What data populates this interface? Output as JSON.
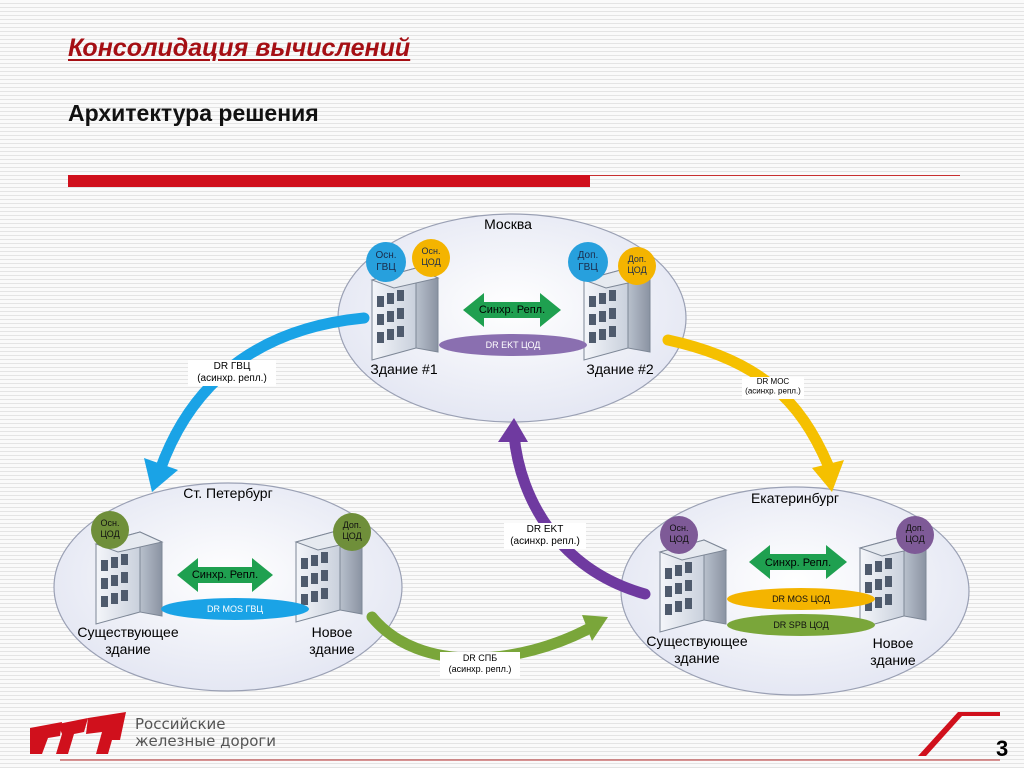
{
  "title": "Консолидация вычислений",
  "subtitle": "Архитектура решения",
  "page_number": "3",
  "logo": {
    "line1": "Российские",
    "line2": "железные дороги"
  },
  "colors": {
    "accent_red": "#d0101c",
    "blue": "#1aa3e6",
    "yellow": "#f5c000",
    "purple": "#6f3aa0",
    "green": "#7aa63a",
    "orange_circle": "#f4b400",
    "teal_circle": "#27a0dd",
    "purple_circle": "#7e5a97",
    "olive_circle": "#6f8f3a"
  },
  "sites": {
    "moscow": {
      "name": "Москва",
      "building1": {
        "label": "Здание #1",
        "badge_main": "Осн.\nГВЦ",
        "badge_cod": "Осн.\nЦОД"
      },
      "building2": {
        "label": "Здание #2",
        "badge_main": "Доп.\nГВЦ",
        "badge_cod": "Доп.\nЦОД"
      },
      "sync": "Синхр. Репл.",
      "dr_pill": "DR EKT ЦОД"
    },
    "spb": {
      "name": "Ст. Петербург",
      "existing": {
        "label": "Существующее\nздание",
        "badge": "Осн.\nЦОД"
      },
      "new": {
        "label": "Новое\nздание",
        "badge": "Доп.\nЦОД"
      },
      "sync": "Синхр. Репл.",
      "dr_pill": "DR MOS ГВЦ"
    },
    "ekb": {
      "name": "Екатеринбург",
      "existing": {
        "label": "Существующее\nздание",
        "badge": "Осн.\nЦОД"
      },
      "new": {
        "label": "Новое\nздание",
        "badge": "Доп.\nЦОД"
      },
      "sync": "Синхр. Репл.",
      "dr_pill_1": "DR MOS ЦОД",
      "dr_pill_2": "DR SPB ЦОД"
    }
  },
  "flows": {
    "dr_gvc": "DR ГВЦ\n(асинхр. репл.)",
    "dr_mos": "DR MOC\n(асинхр. репл.)",
    "dr_ekt": "DR EKT\n(асинхр. репл.)",
    "dr_spb": "DR СПБ\n(асинхр. репл.)"
  }
}
